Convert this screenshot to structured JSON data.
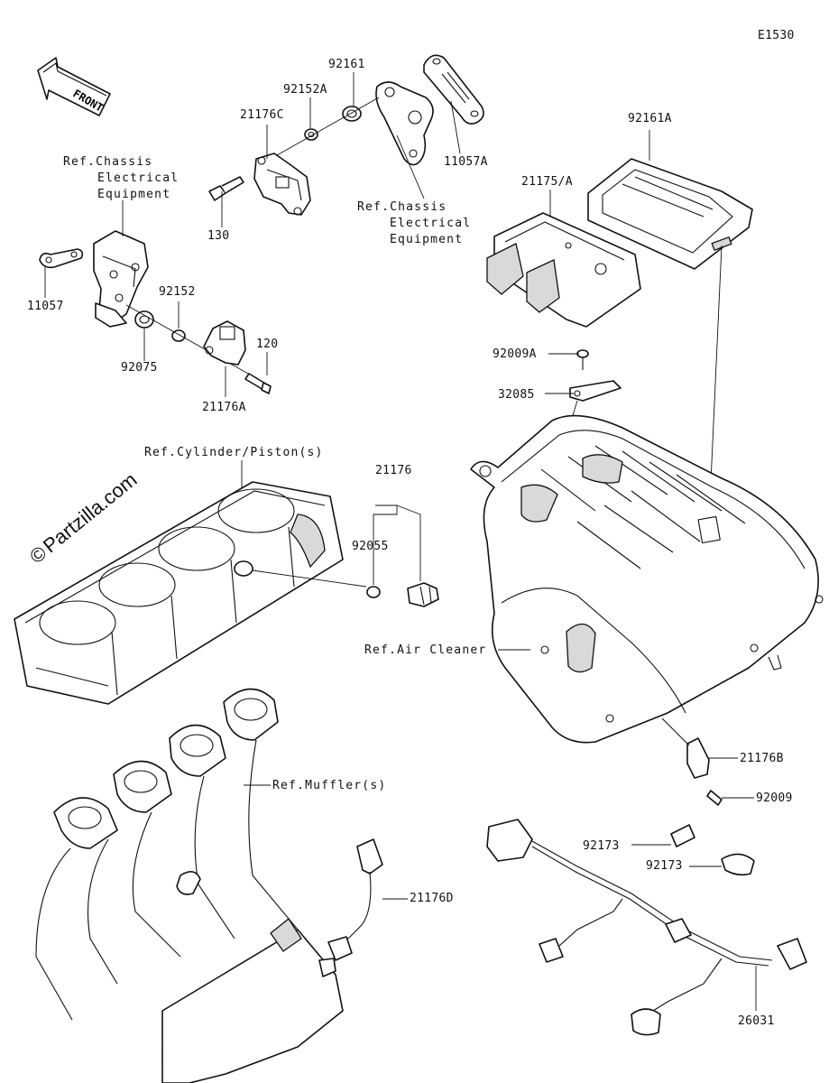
{
  "diagram_code": "E1530",
  "watermark": "Partzilla.com",
  "front_label": "FRONT",
  "labels": {
    "p92161": "92161",
    "p92152a": "92152A",
    "p21176c": "21176C",
    "p11057a": "11057A",
    "p130": "130",
    "ref_chassis_left": [
      "Ref.Chassis",
      "Electrical",
      "Equipment"
    ],
    "ref_chassis_center": [
      "Ref.Chassis",
      "Electrical",
      "Equipment"
    ],
    "p92161a": "92161A",
    "p21175a": "21175/A",
    "p11057": "11057",
    "p92152": "92152",
    "p92075": "92075",
    "p120": "120",
    "p21176a": "21176A",
    "p92009a": "92009A",
    "p32085": "32085",
    "ref_cylinder": "Ref.Cylinder/Piston(s)",
    "p21176": "21176",
    "p92055": "92055",
    "ref_air_cleaner": "Ref.Air Cleaner",
    "p21176b": "21176B",
    "p92009": "92009",
    "ref_muffler": "Ref.Muffler(s)",
    "p92173_1": "92173",
    "p92173_2": "92173",
    "p21176d": "21176D",
    "p26031": "26031"
  }
}
